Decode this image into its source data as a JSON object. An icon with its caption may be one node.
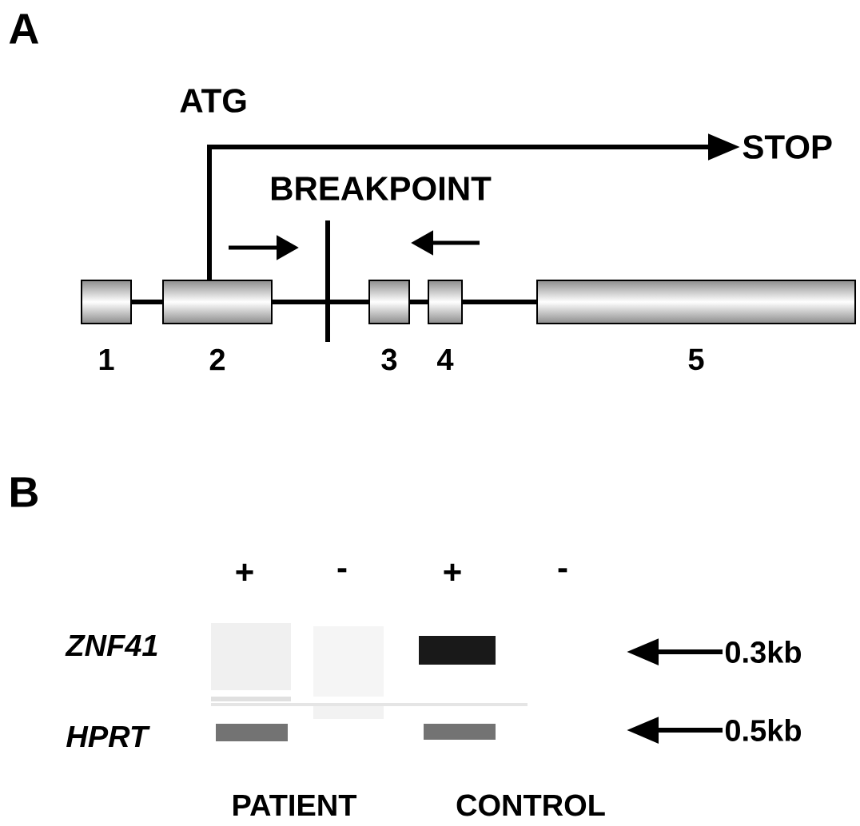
{
  "diagram": {
    "nodes": [
      {
        "text": [
          "1"
        ]
      },
      {
        "text": [
          "2"
        ]
      },
      {
        "text": [
          "3"
        ]
      },
      {
        "text": [
          "4"
        ]
      },
      {
        "text": [
          "5"
        ]
      },
      {
        "text": [
          "STOP"
        ]
      },
      {
        "text": [
          "0.3kb"
        ]
      },
      {
        "text": [
          "0.5kb"
        ]
      }
    ],
    "edges": [
      {
        "from": 0,
        "to": 1,
        "arrow": "none"
      },
      {
        "from": 1,
        "to": 2,
        "arrow": "none"
      },
      {
        "from": 2,
        "to": 3,
        "arrow": "none"
      },
      {
        "from": 3,
        "to": 4,
        "arrow": "none"
      },
      {
        "from": 1,
        "to": 5,
        "arrow": "to"
      },
      {
        "from": 6,
        "to": null,
        "arrow": "to"
      },
      {
        "from": 7,
        "to": null,
        "arrow": "to"
      }
    ],
    "labels": [
      "A",
      "ATG",
      "BREAKPOINT",
      "B",
      "+",
      "-",
      "+",
      "-",
      "ZNF41",
      "HPRT",
      "PATIENT",
      "CONTROL"
    ]
  }
}
